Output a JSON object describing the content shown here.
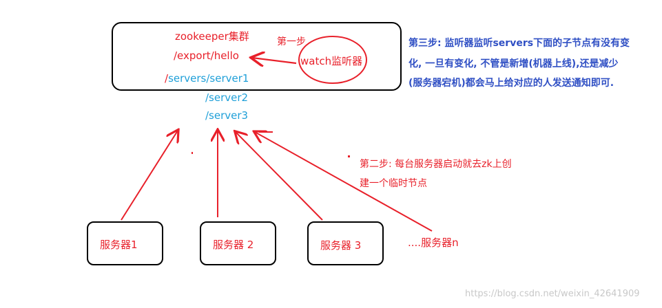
{
  "zookeeper": {
    "title": "zookeeper集群",
    "node_export": "/export/hello",
    "node_servers_prefix": "/",
    "node_servers_main": "servers/server1",
    "node_server2": "/server2",
    "node_server3": "/server3"
  },
  "watch": {
    "label": "watch监听器",
    "step1": "第一步"
  },
  "step3": {
    "line1": "第三步: 监听器监听servers下面的子节点有没有变",
    "line2": "化, 一旦有变化, 不管是新增(机器上线),还是减少",
    "line3": "(服务器宕机)都会马上给对应的人发送通知即可."
  },
  "step2": {
    "line1": "第二步: 每台服务器启动就去zk上创",
    "line2": "建一个临时节点"
  },
  "servers": {
    "s1": "服务器1",
    "s2": "服务器 2",
    "s3": "服务器 3",
    "sn": "....服务器n"
  },
  "watermark": "https://blog.csdn.net/weixin_42641909",
  "colors": {
    "annotation_red": "#e8202a",
    "node_cyan": "#1e9fd8",
    "step3_blue": "#2f4fc4"
  }
}
